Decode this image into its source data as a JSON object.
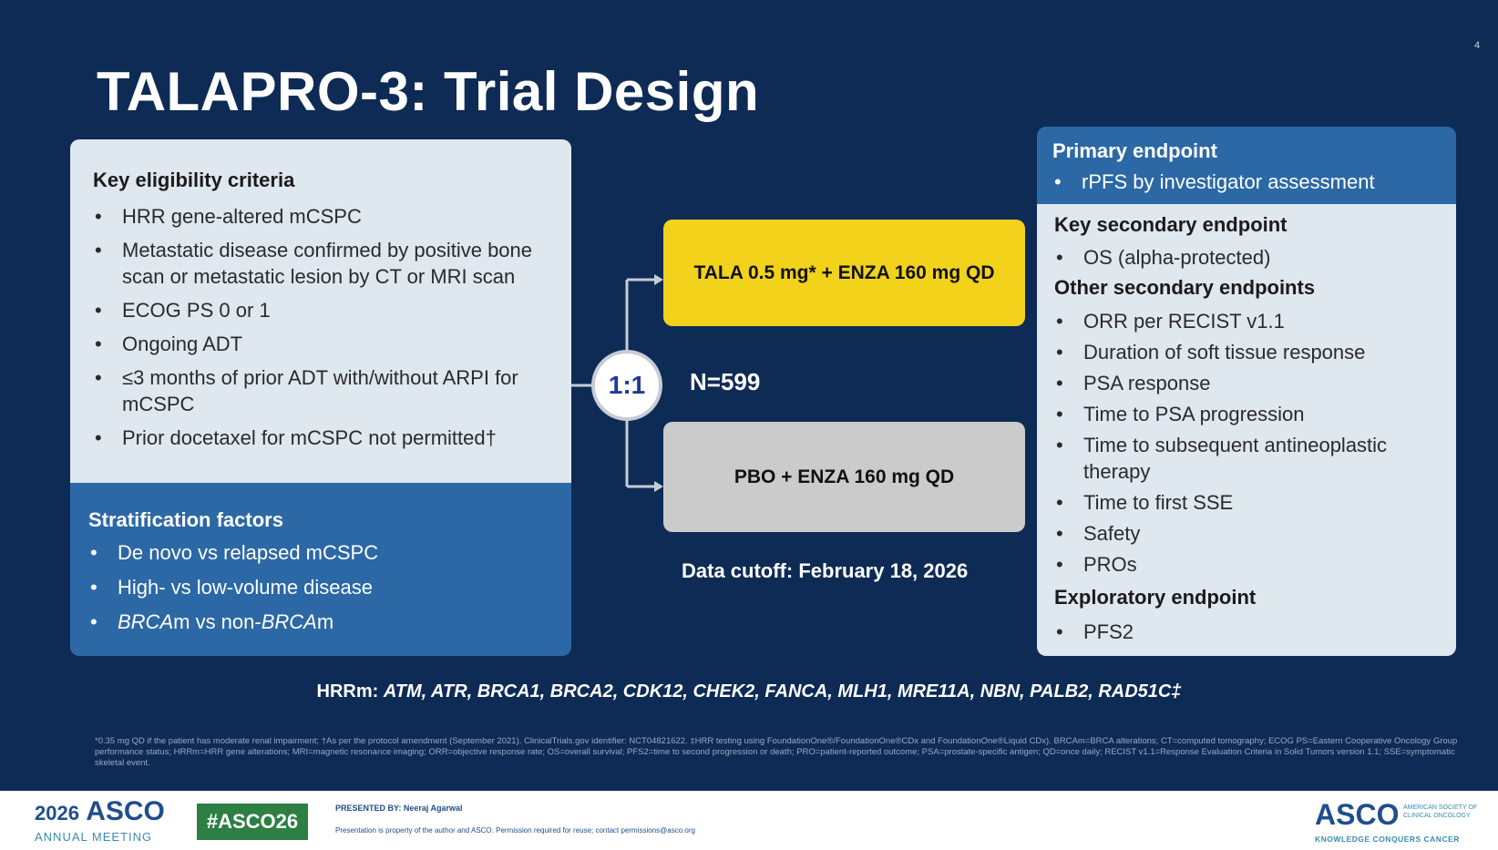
{
  "slide": {
    "number": "4",
    "title": "TALAPRO-3: Trial Design"
  },
  "eligibility": {
    "heading": "Key eligibility criteria",
    "items": [
      "HRR gene-altered mCSPC",
      "Metastatic disease confirmed by positive bone scan or metastatic lesion by CT or MRI scan",
      "ECOG PS 0 or 1",
      "Ongoing ADT",
      "≤3 months of prior ADT with/without ARPI for mCSPC",
      "Prior docetaxel for mCSPC not permitted†"
    ]
  },
  "stratification": {
    "heading": "Stratification factors",
    "items": [
      "De novo vs relapsed mCSPC",
      "High- vs low-volume disease"
    ],
    "brca_item": {
      "part1": "BRCA",
      "part2": "m vs non-",
      "part3": "BRCA",
      "part4": "m"
    }
  },
  "randomization": {
    "ratio": "1:1",
    "n": "N=599",
    "arm_tala": "TALA 0.5 mg* + ENZA 160 mg QD",
    "arm_pbo": "PBO + ENZA 160 mg QD",
    "cutoff": "Data cutoff: February 18, 2026"
  },
  "endpoints": {
    "primary_heading": "Primary endpoint",
    "primary_items": [
      "rPFS by investigator assessment"
    ],
    "key_secondary_heading": "Key secondary endpoint",
    "key_secondary_items": [
      "OS (alpha-protected)"
    ],
    "other_secondary_heading": "Other secondary endpoints",
    "other_secondary_items": [
      "ORR per RECIST v1.1",
      "Duration of soft tissue response",
      "PSA response",
      "Time to PSA progression",
      "Time to subsequent antineoplastic therapy",
      "Time to first SSE",
      "Safety",
      "PROs"
    ],
    "exploratory_heading": "Exploratory endpoint",
    "exploratory_items": [
      "PFS2"
    ]
  },
  "hrrm": {
    "label": "HRRm: ",
    "genes": "ATM, ATR, BRCA1, BRCA2, CDK12, CHEK2, FANCA, MLH1, MRE11A, NBN, PALB2, RAD51C‡"
  },
  "footnote": "*0.35 mg QD if the patient has moderate renal impairment; †As per the protocol amendment (September 2021). ClinicalTrials.gov identifier: NCT04821622. ‡HRR testing using FoundationOne®/FoundationOne®CDx and FoundationOne®Liquid CDx). BRCAm=BRCA alterations; CT=computed tomography; ECOG PS=Eastern Cooperative Oncology Group performance status; HRRm=HRR gene alterations; MRI=magnetic resonance imaging; ORR=objective response rate; OS=overall survival; PFS2=time to second progression or death; PRO=patient-reported outcome; PSA=prostate-specific antigen; QD=once daily; RECIST v1.1=Response Evaluation Criteria in Solid Tumors version 1.1; SSE=symptomatic skeletal event.",
  "footer": {
    "year": "2026",
    "asco": "ASCO",
    "meeting": "ANNUAL MEETING",
    "hashtag": "#ASCO26",
    "presented_by": "PRESENTED BY: Neeraj Agarwal",
    "property": "Presentation is property of the author and ASCO. Permission required for reuse; contact permissions@asco.org",
    "logo": "ASCO",
    "society": "AMERICAN SOCIETY OF CLINICAL ONCOLOGY",
    "tagline": "KNOWLEDGE CONQUERS CANCER"
  },
  "colors": {
    "background": "#0e2b55",
    "panel": "#dfe7ef",
    "accent_blue": "#2c68a5",
    "tala_arm": "#f2d21b",
    "pbo_arm": "#cbcbcb"
  }
}
